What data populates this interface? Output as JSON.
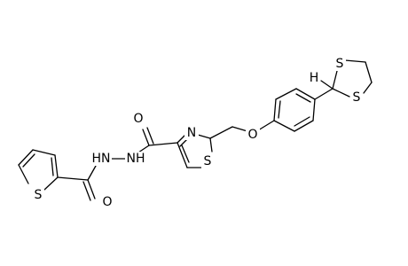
{
  "atom_labels": {
    "s_thiophene": "S",
    "o_carbonyl_1": "O",
    "hn_1": "HN",
    "nh_2": "NH",
    "o_carbonyl_2": "O",
    "n_thiazole": "N",
    "s_thiazole": "S",
    "o_ether": "O",
    "h_methine": "H",
    "s_dithiolane_top": "S",
    "s_dithiolane_bottom": "S"
  },
  "colors": {
    "bond": "#000000",
    "label": "#000000",
    "background": "#ffffff"
  }
}
